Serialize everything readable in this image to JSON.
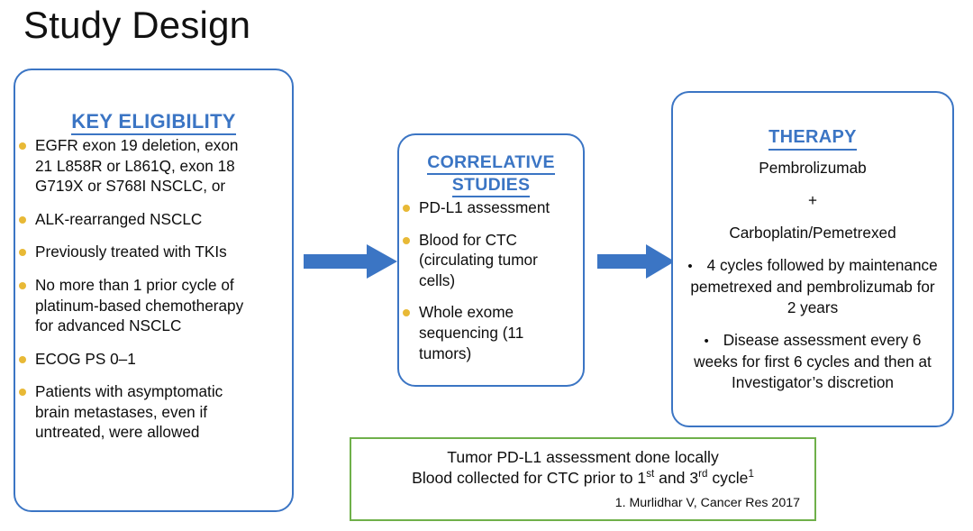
{
  "slide": {
    "title": "Study Design"
  },
  "eligibility": {
    "heading": "KEY ELIGIBILITY",
    "items": [
      "EGFR exon 19 deletion, exon 21 L858R or L861Q, exon 18 G719X or S768I NSCLC, or",
      "ALK-rearranged NSCLC",
      "Previously treated with TKIs",
      "No more than 1 prior cycle of platinum-based chemotherapy for advanced NSCLC",
      "ECOG PS 0–1",
      "Patients with asymptomatic brain metastases, even if untreated, were allowed"
    ]
  },
  "correlative": {
    "heading_line_1": "CORRELATIVE",
    "heading_line_2": "STUDIES",
    "items": [
      "PD-L1 assessment",
      "Blood for CTC (circulating tumor cells)",
      "Whole exome sequencing (11 tumors)"
    ]
  },
  "therapy": {
    "heading": "THERAPY",
    "drug_1": "Pembrolizumab",
    "plus": "+",
    "drug_2": "Carboplatin/Pemetrexed",
    "bullet_marker": "•",
    "point_1": "4 cycles followed by maintenance pemetrexed and pembrolizumab for 2 years",
    "point_2": "Disease assessment every 6 weeks for first 6 cycles and then at Investigator’s discretion"
  },
  "note": {
    "line_1": "Tumor PD-L1 assessment done locally",
    "line_2_part_1": "Blood collected for CTC prior to 1",
    "line_2_sup_1": "st",
    "line_2_part_2": " and 3",
    "line_2_sup_2": "rd",
    "line_2_part_3": " cycle",
    "line_2_sup_3": "1",
    "citation": "1. Murlidhar V, Cancer Res 2017"
  },
  "arrows": {
    "arrow_1_label": "eligibility-to-correlative",
    "arrow_2_label": "correlative-to-therapy",
    "color": "#3B75C4"
  },
  "colors": {
    "box_border_blue": "#3B75C4",
    "heading_blue": "#3B75C4",
    "bullet_gold": "#E8B936",
    "note_border_green": "#6FB04A",
    "text_black": "#0D0D0D"
  }
}
